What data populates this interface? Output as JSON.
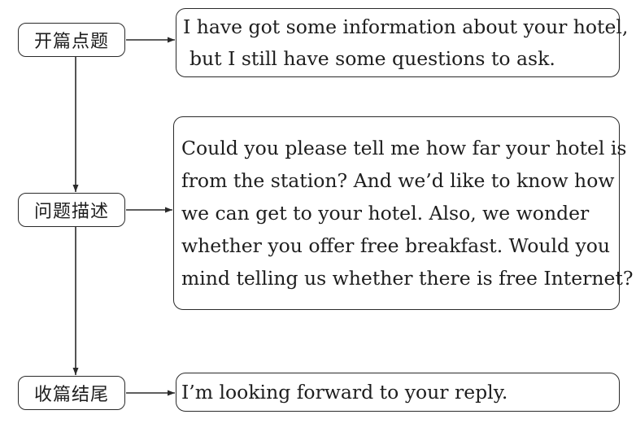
{
  "stages": [
    {
      "label": "开篇点题",
      "lines": [
        "I have got some information about your hotel,",
        "but I still have some questions to ask."
      ]
    },
    {
      "label": "问题描述",
      "lines": [
        "Could you please tell me how far your hotel is",
        "from the station? And we’d like to know how",
        "we can get to your hotel. Also, we wonder",
        "whether you offer free breakfast. Would you",
        "mind telling us whether there is free Internet?"
      ]
    },
    {
      "label": "收篇结尾",
      "lines": [
        "I’m looking forward to your reply."
      ]
    }
  ]
}
